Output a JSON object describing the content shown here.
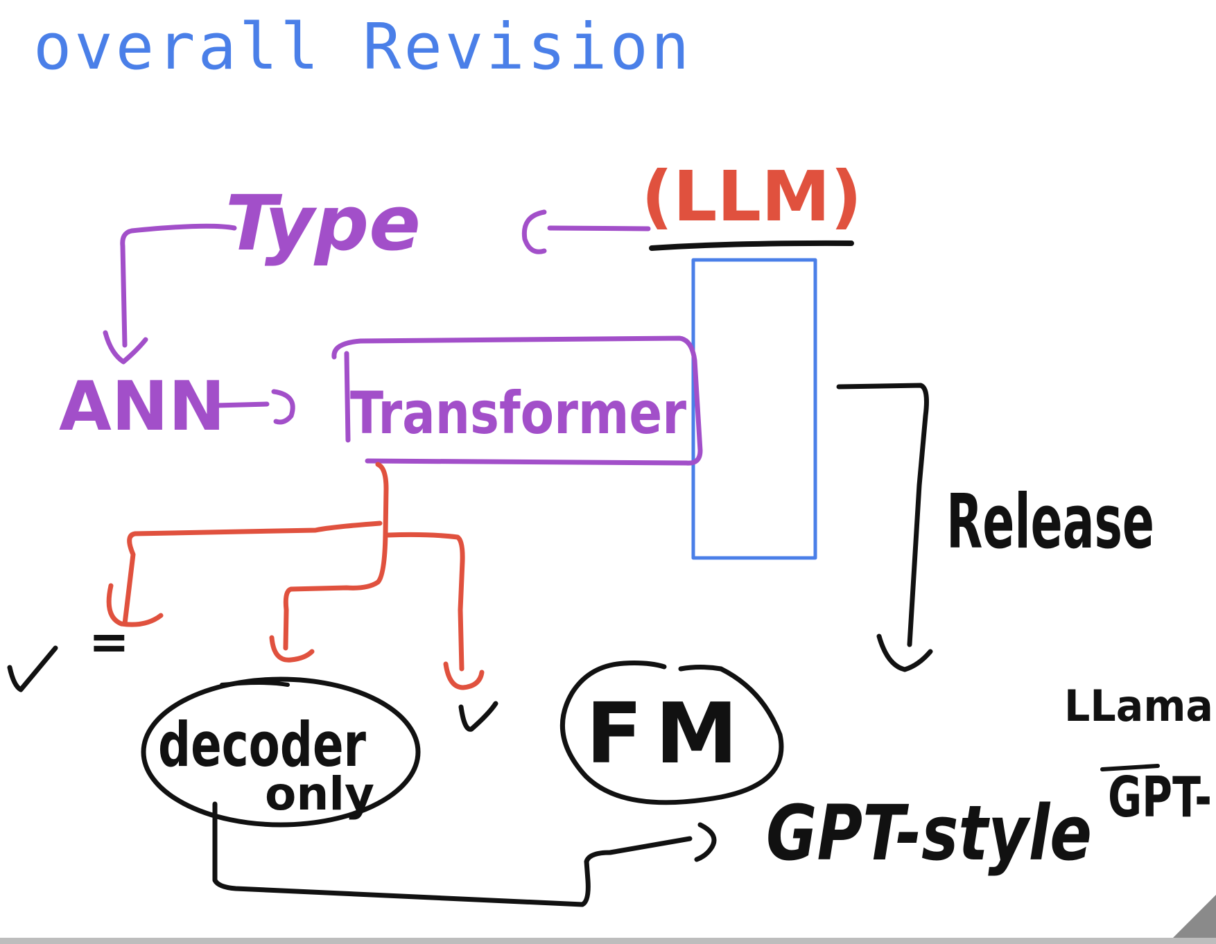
{
  "title": "overall Revision",
  "labels": {
    "type": "Type",
    "llm": "(LLM)",
    "ann": "ANN",
    "transformer": "Transformer",
    "release": "Release",
    "check_eq": "= ",
    "decoder": "decoder",
    "only": "only",
    "fm": "FM",
    "gpt_style": "GPT-style",
    "llama": "LLama",
    "gpt_right": "GPT-"
  },
  "colors": {
    "title": "#4a7fe8",
    "purple": "#a24fc9",
    "red": "#e0513e",
    "black": "#111111",
    "blue_box": "#4a7fe8"
  }
}
